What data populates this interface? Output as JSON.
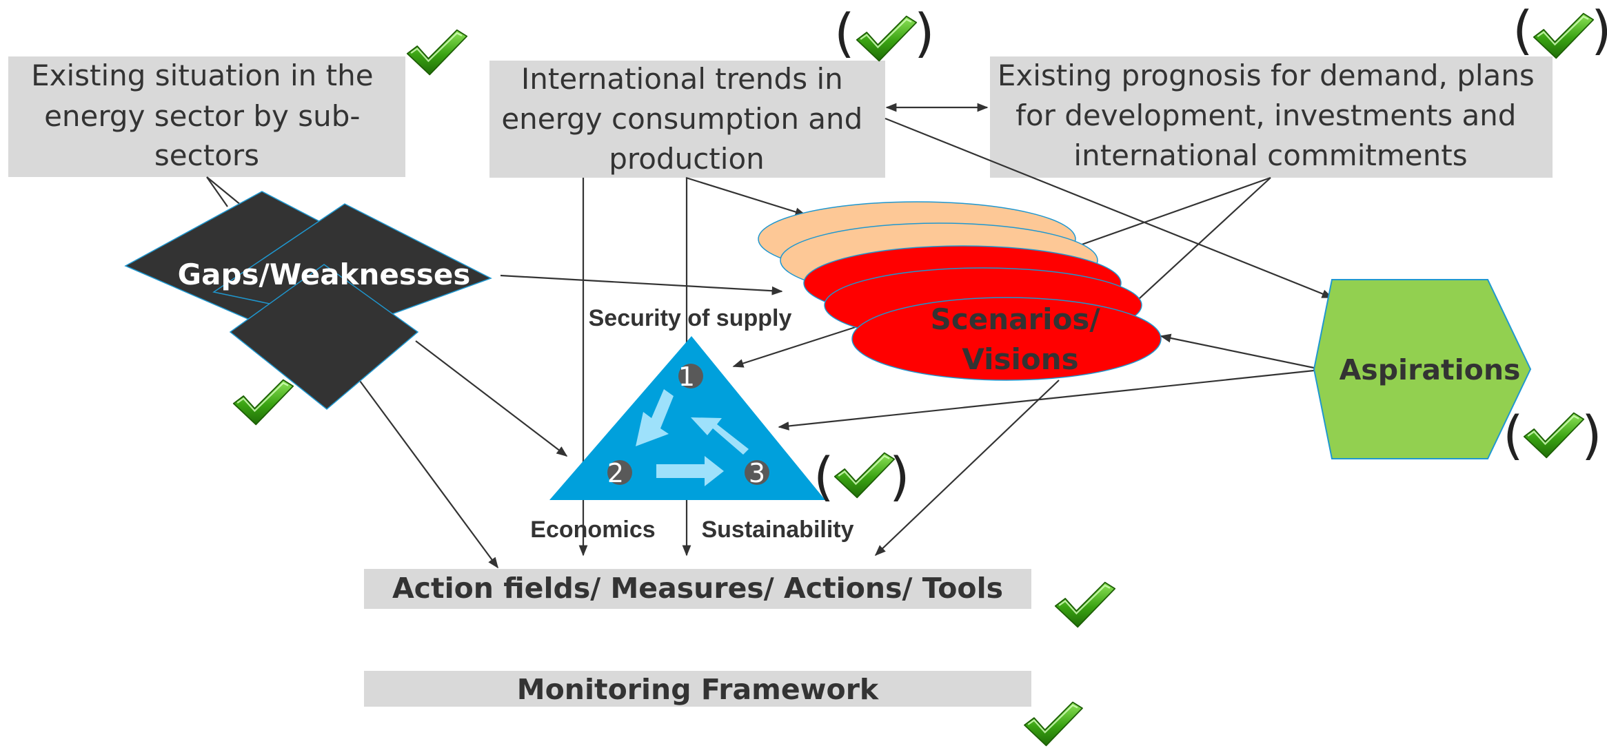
{
  "boxes": {
    "existing_situation": [
      "Existing situation in the",
      "energy sector by sub-",
      "sectors"
    ],
    "international_trends": [
      "International trends in",
      "energy consumption and",
      "production"
    ],
    "existing_prognosis": [
      "Existing prognosis for demand, plans",
      "for development, investments and",
      "international commitments"
    ],
    "action_fields": "Action fields/ Measures/ Actions/ Tools",
    "monitoring": "Monitoring Framework"
  },
  "shapes": {
    "gaps_label": "Gaps/Weaknesses",
    "scenarios_label": [
      "Scenarios/",
      "Visions"
    ],
    "aspirations_label": "Aspirations"
  },
  "triangle": {
    "top_label": "Security of supply",
    "left_label": "Economics",
    "right_label": "Sustainability",
    "numbers": [
      "1",
      "2",
      "3"
    ]
  },
  "checkmarks": {
    "open_paren": "(",
    "close_paren": ")"
  },
  "colors": {
    "box_gray": "#d9d9d9",
    "text_dark": "#333333",
    "diamond_dark": "#333333",
    "scenario_red": "#ff0000",
    "scenario_peach": "#fdc896",
    "aspiration_green": "#92d050",
    "triangle_blue": "#00a0dc",
    "arrow_light": "#9ee1fb",
    "check_green": "#4caf1c"
  }
}
